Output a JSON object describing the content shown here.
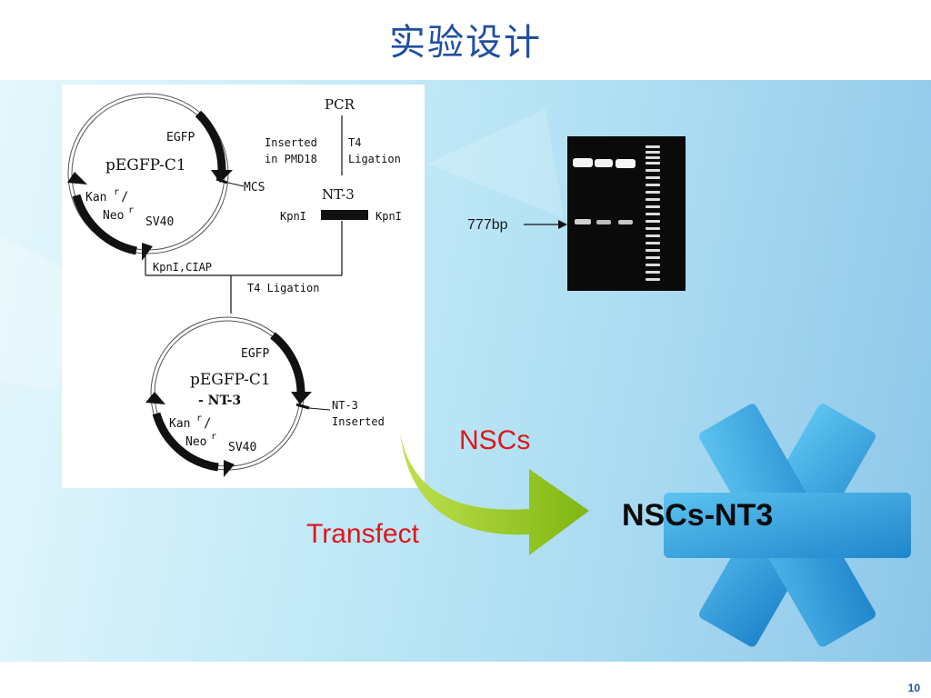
{
  "slide": {
    "title": "实验设计",
    "page_number": "10"
  },
  "diagram": {
    "top_plasmid": {
      "name": "pEGFP-C1",
      "egfp": "EGFP",
      "mcs": "MCS",
      "kan": "Kan",
      "kan_sup": "r",
      "slash": "/",
      "neo": "Neo",
      "neo_sup": "r",
      "sv40": "SV40"
    },
    "pcr": "PCR",
    "inserted_line1": "Inserted",
    "inserted_line2": "in PMD18",
    "t4_line1": "T4",
    "t4_line2": "Ligation",
    "nt3": "NT-3",
    "kpni_left": "KpnI",
    "kpni_right": "KpnI",
    "kpni_ciap": "KpnI,CIAP",
    "t4_ligation": "T4 Ligation",
    "bottom_plasmid": {
      "name_line1": "pEGFP-C1",
      "name_line2": "- NT-3",
      "egfp": "EGFP",
      "insert_line1": "NT-3",
      "insert_line2": "Inserted",
      "kan": "Kan",
      "kan_sup": "r",
      "slash": "/",
      "neo": "Neo",
      "neo_sup": "r",
      "sv40": "SV40"
    }
  },
  "gel": {
    "band_label": "777bp"
  },
  "flow": {
    "nscs": "NSCs",
    "transfect": "Transfect",
    "result": "NSCs-NT3"
  },
  "colors": {
    "title": "#1f4ea3",
    "accent_red": "#e0161b",
    "arrow_green": "#8dc21f",
    "asterisk_blue": "#2b9fe0"
  }
}
